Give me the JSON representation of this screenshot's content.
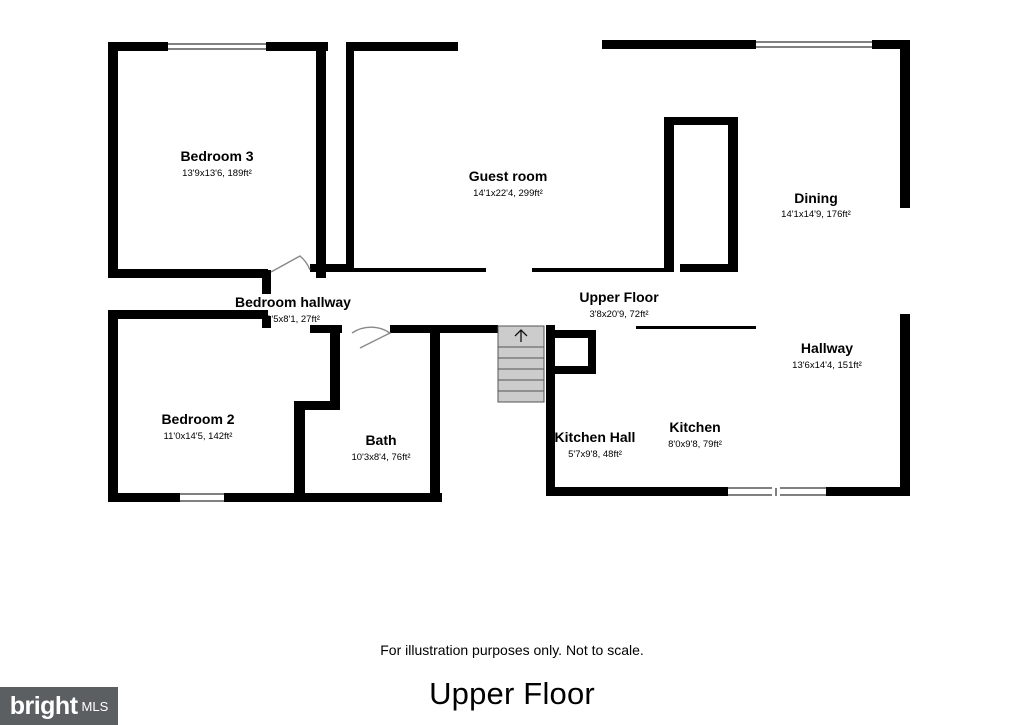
{
  "rooms": {
    "bedroom3": {
      "name": "Bedroom 3",
      "dims": "13'9x13'6, 189ft²"
    },
    "guest_room": {
      "name": "Guest room",
      "dims": "14'1x22'4, 299ft²"
    },
    "dining": {
      "name": "Dining",
      "dims": "14'1x14'9, 176ft²"
    },
    "bedroom_hallway": {
      "name": "Bedroom hallway",
      "dims": "3'5x8'1, 27ft²"
    },
    "upper_floor": {
      "name": "Upper Floor",
      "dims": "3'8x20'9, 72ft²"
    },
    "hallway": {
      "name": "Hallway",
      "dims": "13'6x14'4, 151ft²"
    },
    "bedroom2": {
      "name": "Bedroom 2",
      "dims": "11'0x14'5, 142ft²"
    },
    "bath": {
      "name": "Bath",
      "dims": "10'3x8'4, 76ft²"
    },
    "kitchen_hall": {
      "name": "Kitchen Hall",
      "dims": "5'7x9'8, 48ft²"
    },
    "kitchen": {
      "name": "Kitchen",
      "dims": "8'0x9'8, 79ft²"
    }
  },
  "disclaimer": "For illustration purposes only. Not to scale.",
  "floor_title": "Upper Floor",
  "logo": {
    "text": "bright",
    "suffix": "MLS"
  },
  "colors": {
    "walls": "#000000",
    "stairs": "#cccccc",
    "logo_bg": "#5c5f62"
  }
}
